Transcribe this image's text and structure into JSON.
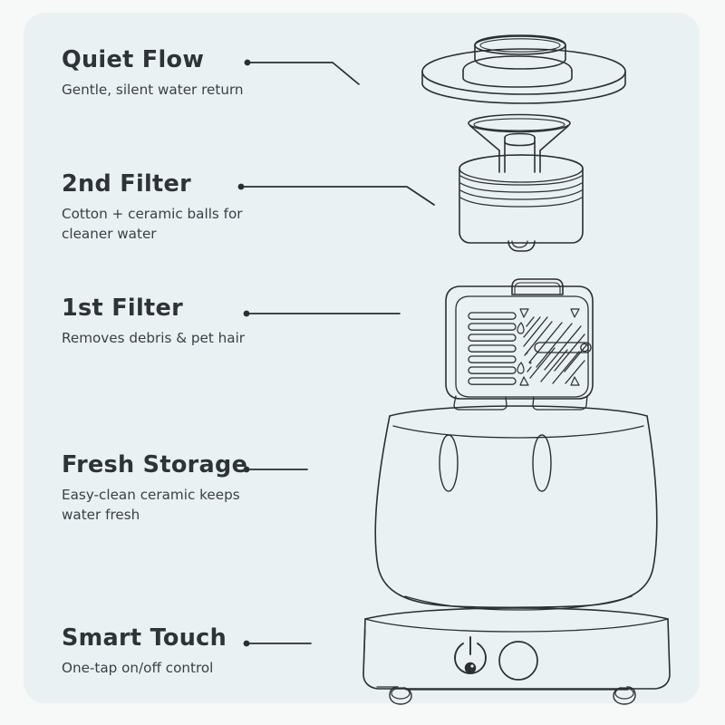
{
  "card": {
    "background_color": "#eaf1f3",
    "page_background_color": "#f7f8f8",
    "stroke_color": "#2b2f33"
  },
  "features": [
    {
      "id": "quiet-flow",
      "title": "Quiet Flow",
      "desc_lines": [
        "Gentle, silent water return"
      ],
      "part": "top-dome-disc"
    },
    {
      "id": "second-filter",
      "title": "2nd Filter",
      "desc_lines": [
        "Cotton + ceramic balls for",
        "cleaner water"
      ],
      "part": "filter-cartridge"
    },
    {
      "id": "first-filter",
      "title": "1st Filter",
      "desc_lines": [
        "Removes debris & pet hair"
      ],
      "part": "filter-box"
    },
    {
      "id": "fresh-storage",
      "title": "Fresh Storage",
      "desc_lines": [
        "Easy-clean ceramic keeps",
        "water fresh"
      ],
      "part": "ceramic-bowl"
    },
    {
      "id": "smart-touch",
      "title": "Smart Touch",
      "desc_lines": [
        "One-tap on/off control"
      ],
      "part": "base-unit"
    }
  ],
  "base_controls": {
    "power_icon": "power-symbol",
    "led_indicator": "led-dot",
    "touch_button": "round-touch-button"
  }
}
